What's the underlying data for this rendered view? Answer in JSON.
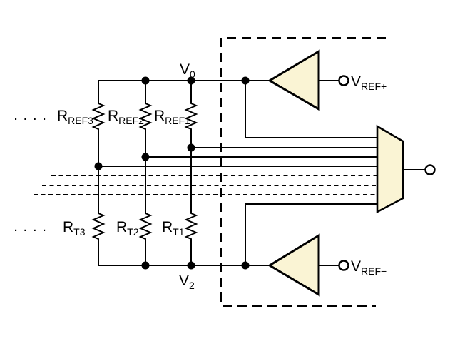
{
  "diagram": {
    "type": "circuit-schematic",
    "description": "Resistor reference ladder with tap lines feeding an analog multiplexer and two reference buffers inside a dashed boundary",
    "colors": {
      "background": "#ffffff",
      "line": "#000000",
      "component_fill": "#FAF4D4"
    },
    "labels": {
      "v0": {
        "main": "V",
        "sub": "0"
      },
      "v2": {
        "main": "V",
        "sub": "2"
      },
      "rref3": {
        "main": "R",
        "sub": "REF3"
      },
      "rref2": {
        "main": "R",
        "sub": "REF2"
      },
      "rref1": {
        "main": "R",
        "sub": "REF1"
      },
      "rt3": {
        "main": "R",
        "sub": "T3"
      },
      "rt2": {
        "main": "R",
        "sub": "T2"
      },
      "rt1": {
        "main": "R",
        "sub": "T1"
      },
      "vref_plus": {
        "main": "V",
        "sub": "REF+"
      },
      "vref_minus": {
        "main": "V",
        "sub": "REF−"
      },
      "ellipsis_top": ". . . .",
      "ellipsis_bottom": ". . . ."
    }
  }
}
